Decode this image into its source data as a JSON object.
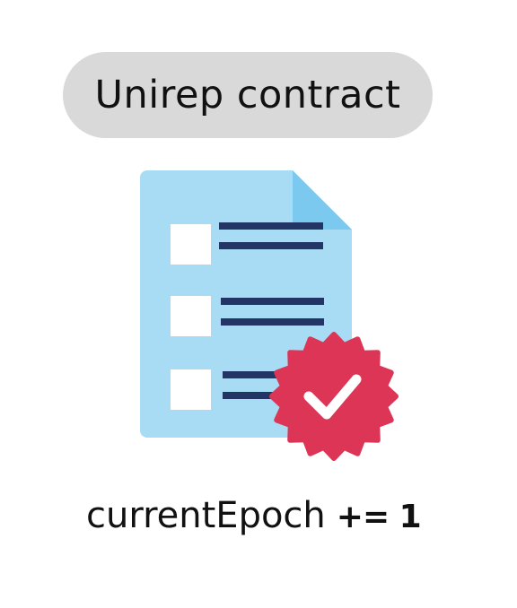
{
  "title": "Unirep contract",
  "caption": {
    "variable": "currentEpoch",
    "operator": "+= 1"
  },
  "icons": {
    "document": "document-checklist-icon",
    "badge": "verified-check-badge-icon"
  },
  "colors": {
    "pill_background": "#d9d9d9",
    "document": "#a8dcf4",
    "document_fold": "#7cc9ef",
    "lines": "#223565",
    "boxes": "#ffffff",
    "badge": "#dd3556",
    "check": "#ffffff"
  }
}
